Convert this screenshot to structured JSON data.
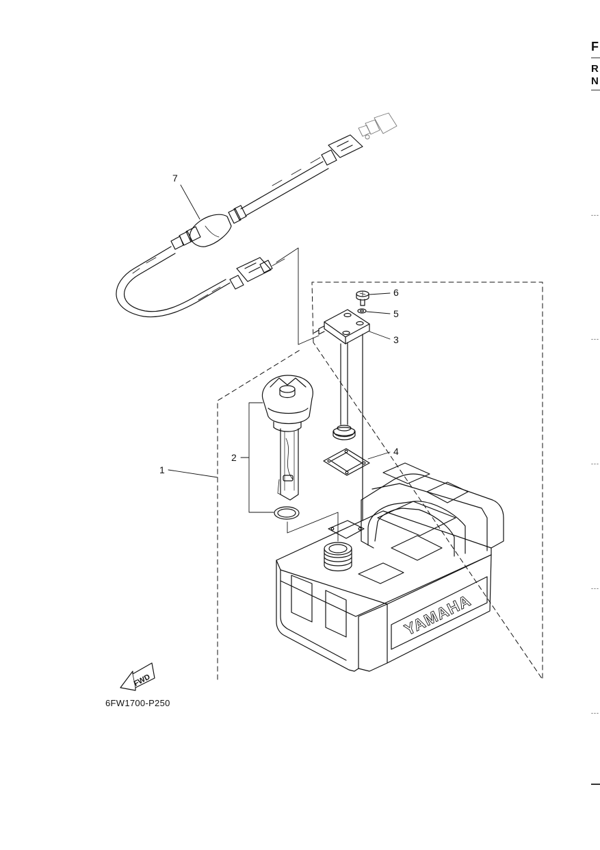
{
  "page_edge": {
    "letters": [
      "F",
      "R",
      "N"
    ],
    "dash_marks": [
      "---",
      "---",
      "---",
      "---",
      "---"
    ]
  },
  "callouts": [
    "1",
    "2",
    "3",
    "4",
    "5",
    "6",
    "7"
  ],
  "tank_brand": "YAMAHA",
  "fwd_label": "FWD",
  "diagram_code": "6FW1700-P250",
  "colors": {
    "line": "#111111",
    "background": "#ffffff"
  }
}
